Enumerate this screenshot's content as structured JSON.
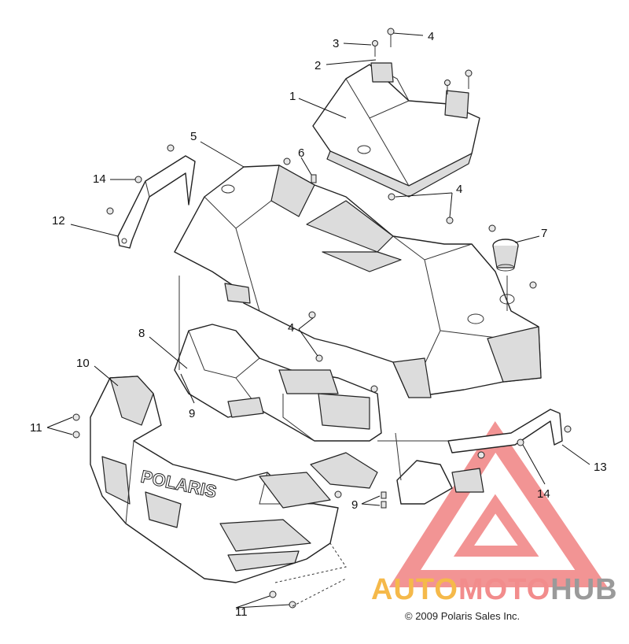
{
  "callouts": [
    {
      "label": "1"
    },
    {
      "label": "2"
    },
    {
      "label": "3"
    },
    {
      "label": "4"
    },
    {
      "label": "4"
    },
    {
      "label": "4"
    },
    {
      "label": "5"
    },
    {
      "label": "6"
    },
    {
      "label": "7"
    },
    {
      "label": "8"
    },
    {
      "label": "9"
    },
    {
      "label": "9"
    },
    {
      "label": "10"
    },
    {
      "label": "11"
    },
    {
      "label": "11"
    },
    {
      "label": "12"
    },
    {
      "label": "13"
    },
    {
      "label": "14"
    },
    {
      "label": "14"
    }
  ],
  "hood_logo_text": "POLARIS",
  "watermark": {
    "part1": "AUTO",
    "part2": "MOTO",
    "part3": "HUB"
  },
  "copyright": "© 2009 Polaris Sales Inc.",
  "colors": {
    "watermark_red": "#f07a7a",
    "watermark_orange": "#f5b94a",
    "watermark_gray": "#9a9a9a"
  }
}
